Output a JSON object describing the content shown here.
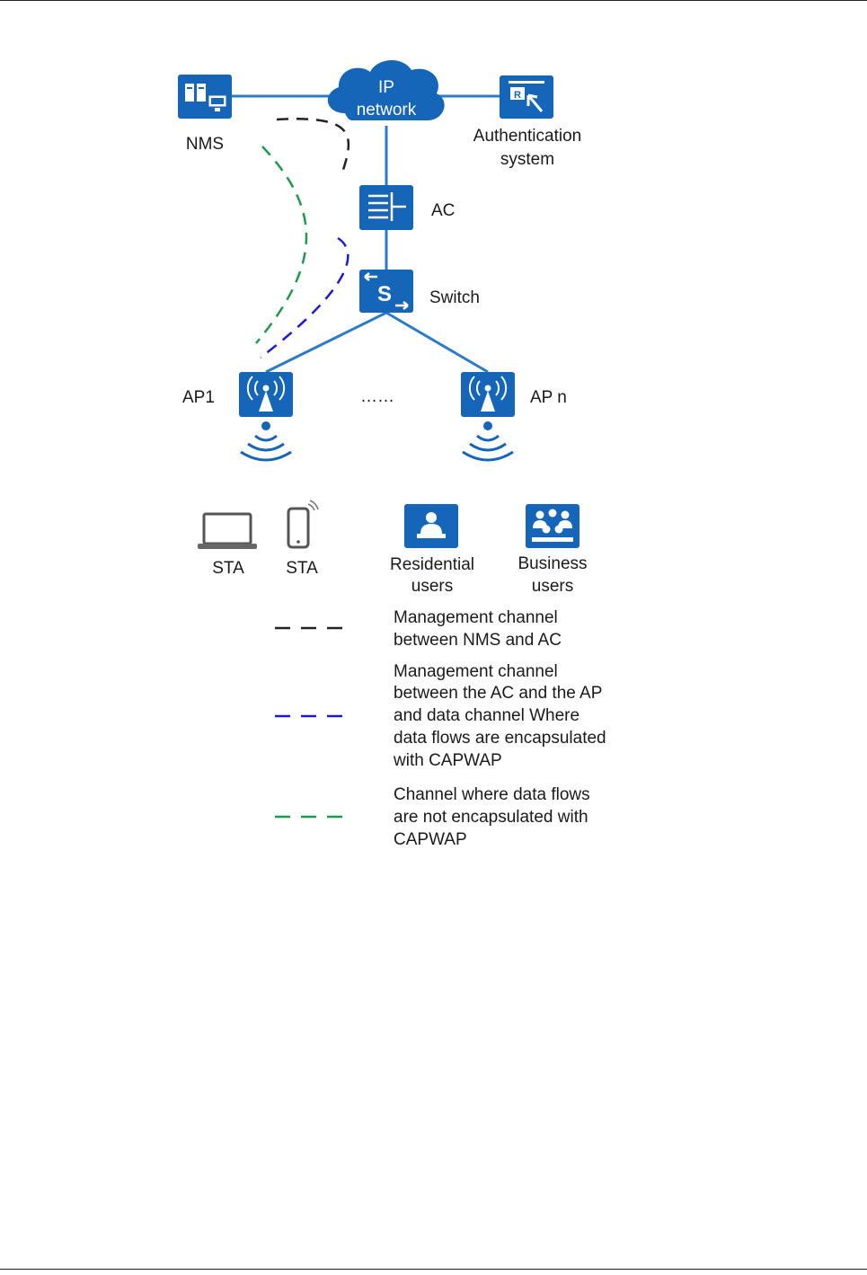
{
  "diagram": {
    "cloud_label": [
      "IP",
      "network"
    ],
    "nms_label": "NMS",
    "auth_label": [
      "Authentication",
      "system"
    ],
    "ac_label": "AC",
    "switch_label": "Switch",
    "ap1_label": "AP1",
    "apn_label": "AP n",
    "ellipsis": "……"
  },
  "clients": {
    "sta_laptop_label": "STA",
    "sta_phone_label": "STA",
    "residential_label": [
      "Residential",
      "users"
    ],
    "business_label": [
      "Business",
      "users"
    ]
  },
  "legend": {
    "items": [
      {
        "color": "#222222",
        "text": [
          "Management channel",
          "between NMS and AC"
        ]
      },
      {
        "color": "#1a1ad6",
        "text": [
          "Management channel",
          "between the AC and the AP",
          "and data channel Where",
          "data flows are encapsulated",
          "with CAPWAP"
        ]
      },
      {
        "color": "#1e9a4a",
        "text": [
          "Channel where data flows",
          "are not encapsulated with",
          "CAPWAP"
        ]
      }
    ]
  },
  "colors": {
    "device_blue": "#1565b8",
    "link_blue": "#2b7bc8",
    "mgmt_nms_ac": "#222222",
    "mgmt_capwap": "#1a1ad6",
    "data_uncapwap": "#1e9a4a"
  }
}
